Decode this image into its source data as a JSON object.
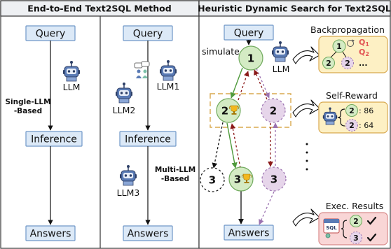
{
  "panels": {
    "left_title": "End-to-End Text2SQL Method",
    "right_title": "Heuristic Dynamic Search for Text2SQL"
  },
  "single_llm": {
    "query": "Query",
    "llm": "LLM",
    "method_label_1": "Single-LLM",
    "method_label_2": "-Based",
    "inference": "Inference",
    "answers": "Answers"
  },
  "multi_llm": {
    "query": "Query",
    "llm1": "LLM1",
    "llm2": "LLM2",
    "llm3": "LLM3",
    "method_label_1": "Multi-LLM",
    "method_label_2": "-Based",
    "inference": "Inference",
    "answers": "Answers"
  },
  "search": {
    "query": "Query",
    "simulate": "simulate",
    "llm": "LLM",
    "answers": "Answers",
    "node_root": "1",
    "node_2_left": "2",
    "node_2_right": "2",
    "node_3_left": "3",
    "node_3_mid": "3",
    "node_3_right": "3",
    "ellipsis": "· · · ·"
  },
  "backprop": {
    "title": "Backpropagation",
    "node1": "1",
    "q1": "Q",
    "q1_sub": "1",
    "q2": "Q",
    "q2_sub": "2",
    "node2a": "2",
    "node2b": "2",
    "dots": "..."
  },
  "self_reward": {
    "title": "Self-Reward",
    "node_a": "2",
    "score_a": ": 86",
    "node_b": "2",
    "score_b": ": 64"
  },
  "exec": {
    "title": "Exec. Results",
    "sql_tag": "SQL",
    "node_a": "2",
    "node_b": "3"
  },
  "colors": {
    "box_fill": "#dce9f7",
    "box_stroke": "#6f97c8",
    "green_node": "#d4ebc4",
    "purple_node": "#e6d5ea",
    "panel_yellow": "#fdf0c4",
    "arrow_red": "#8b1a1a",
    "arrow_green": "#4f9a3c",
    "arrow_purple": "#9b72b0"
  }
}
